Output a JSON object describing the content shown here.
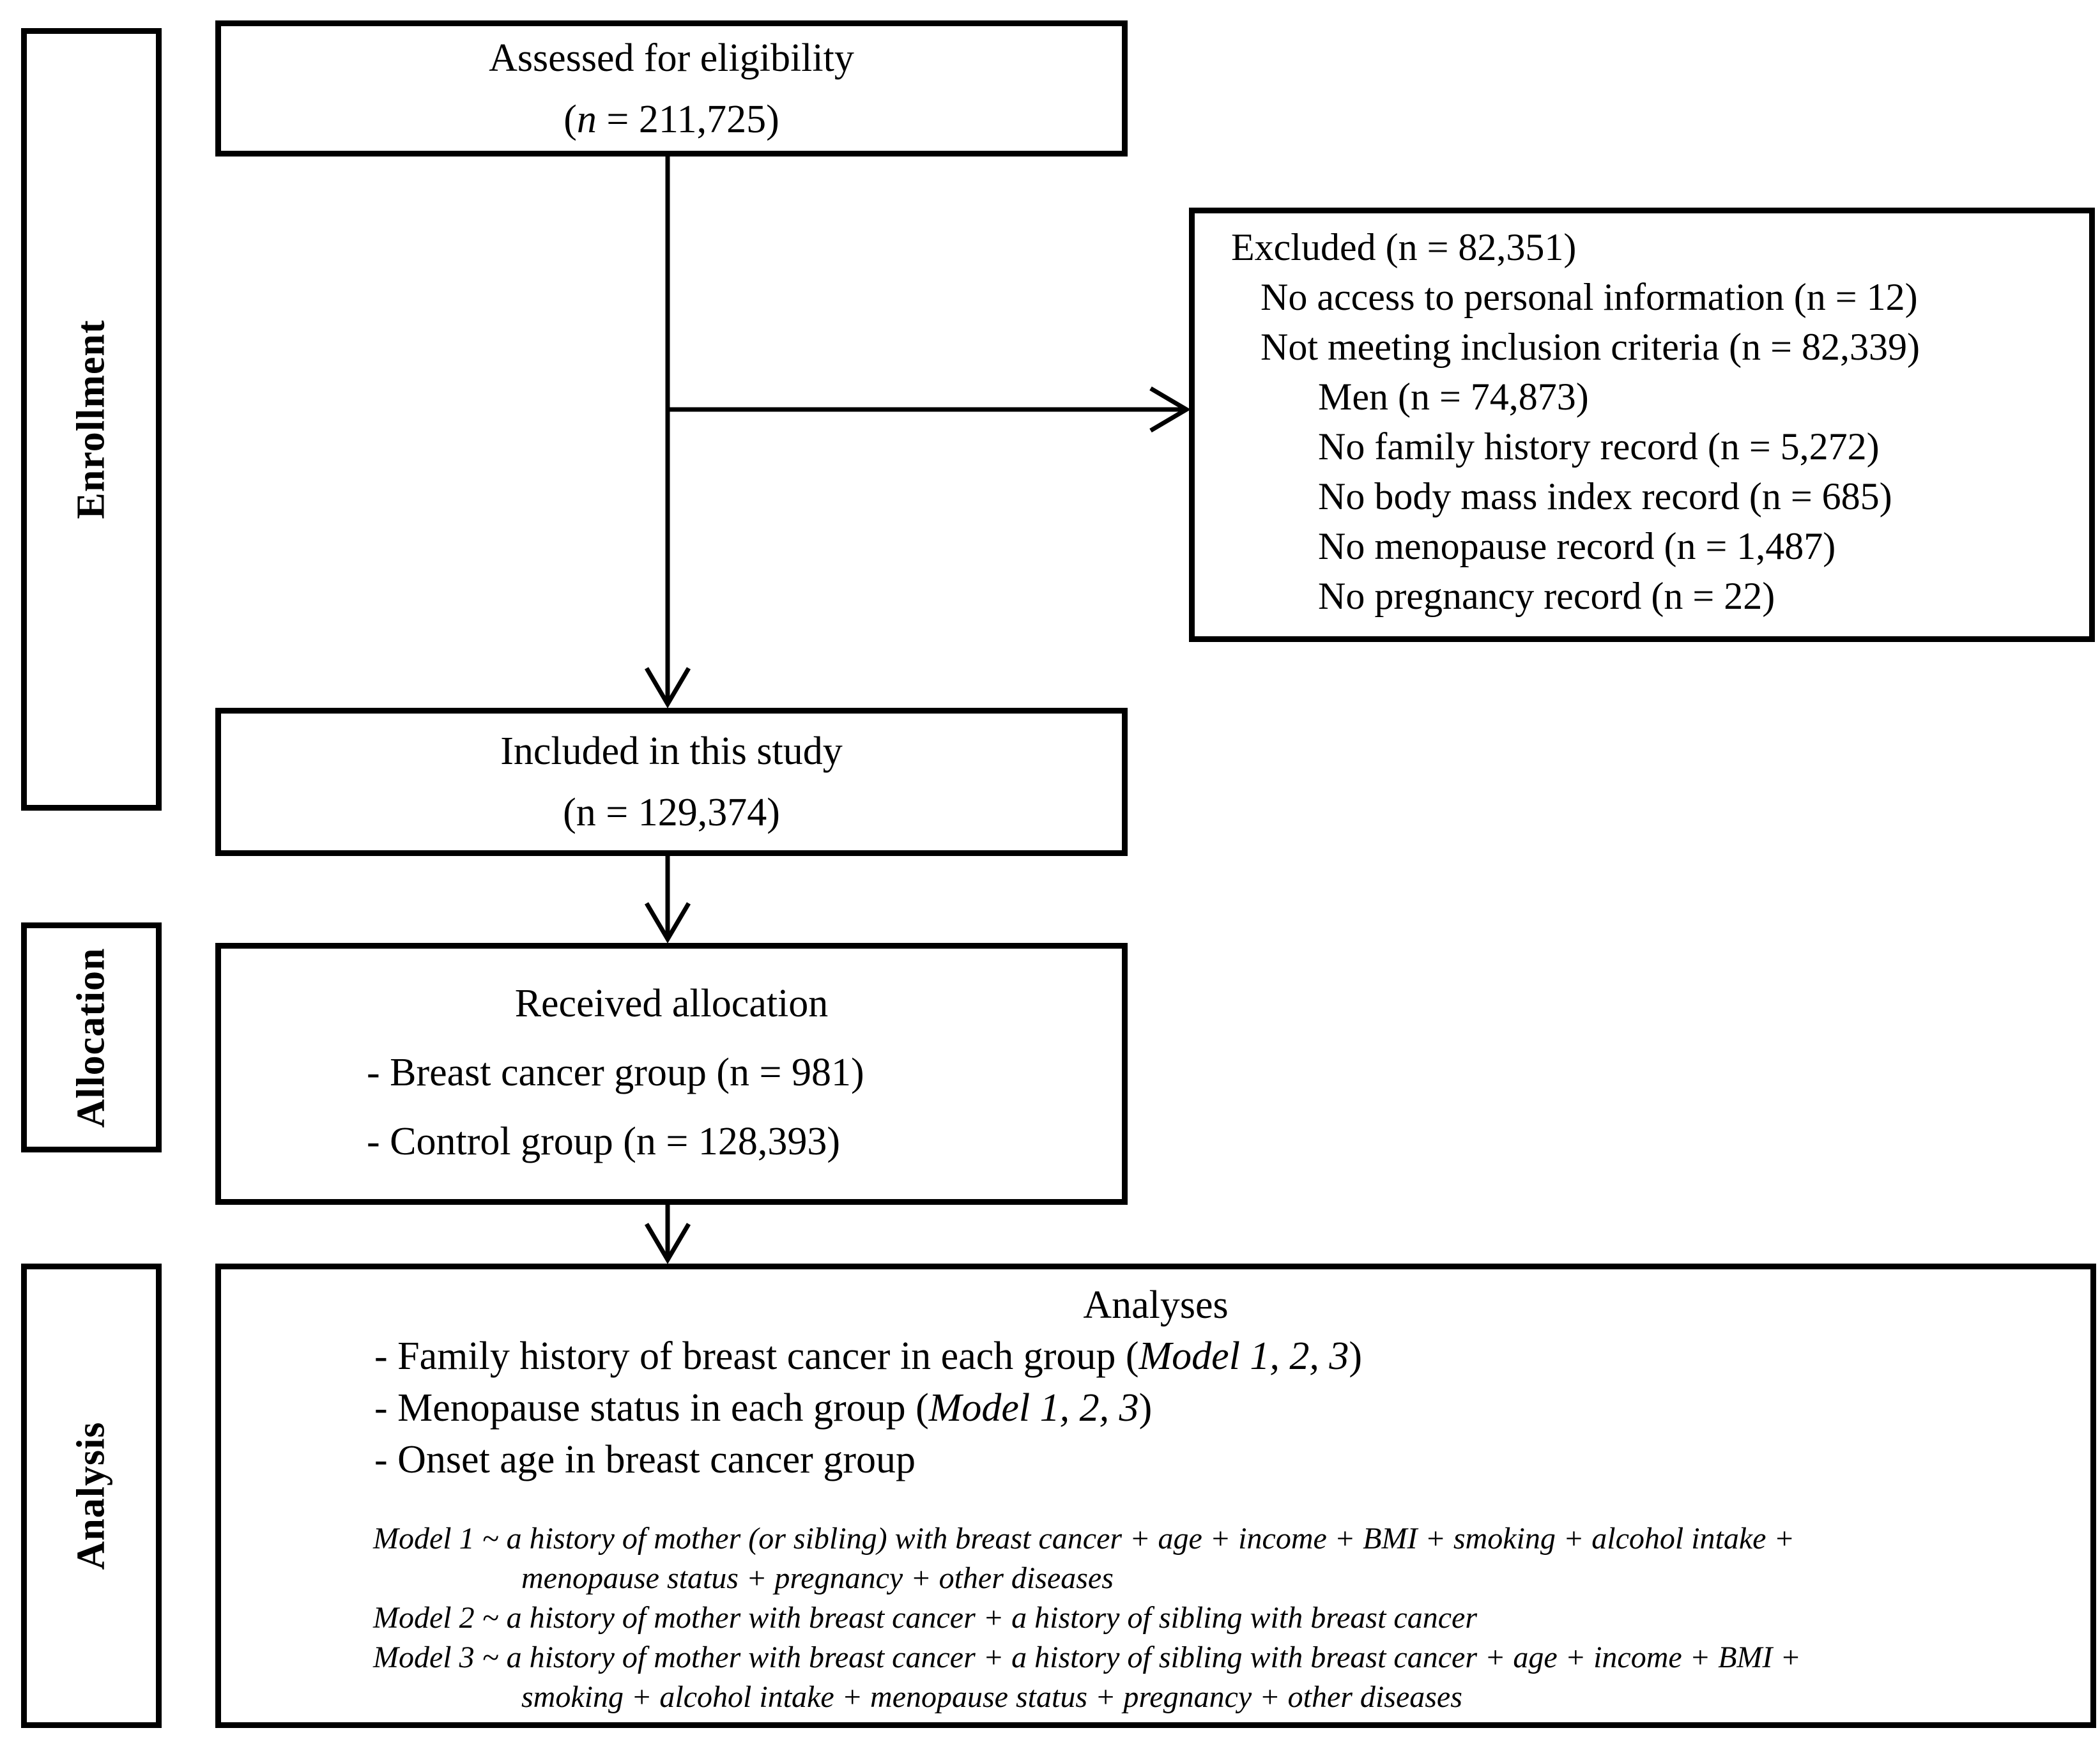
{
  "stages": {
    "enrollment": "Enrollment",
    "allocation": "Allocation",
    "analysis": "Analysis"
  },
  "assessed": {
    "title": "Assessed for eligibility",
    "count_open": "(",
    "count_n": "n",
    "count_rest": " = 211,725)"
  },
  "excluded": {
    "lines": [
      "Excluded (n = 82,351)",
      "No access to personal information (n = 12)",
      "Not meeting inclusion criteria (n = 82,339)",
      "Men (n = 74,873)",
      "No family history record (n = 5,272)",
      "No body mass index record (n = 685)",
      "No menopause record (n = 1,487)",
      "No pregnancy record (n = 22)"
    ]
  },
  "included": {
    "title": "Included in this study",
    "count": "(n = 129,374)"
  },
  "received": {
    "title": "Received allocation",
    "items": [
      "- Breast cancer group (n = 981)",
      "- Control group (n = 128,393)"
    ]
  },
  "analyses": {
    "title": "Analyses",
    "items": [
      {
        "prefix": "- Family history of breast cancer in each group (",
        "italic": "Model 1, 2, 3",
        "suffix": ")"
      },
      {
        "prefix": "- Menopause status in each group (",
        "italic": "Model 1, 2, 3",
        "suffix": ")"
      },
      {
        "prefix": "- Onset age in breast cancer group",
        "italic": "",
        "suffix": ""
      }
    ],
    "model_lines": [
      "Model 1 ~ a history of mother (or sibling) with breast cancer + age + income + BMI + smoking + alcohol intake +",
      "menopause status + pregnancy + other diseases",
      "Model 2 ~ a history of mother with breast cancer + a history of sibling with breast cancer",
      "Model 3 ~ a history of mother with breast cancer + a history of sibling with breast cancer + age + income + BMI +",
      "smoking + alcohol intake + menopause status + pregnancy + other diseases"
    ]
  }
}
